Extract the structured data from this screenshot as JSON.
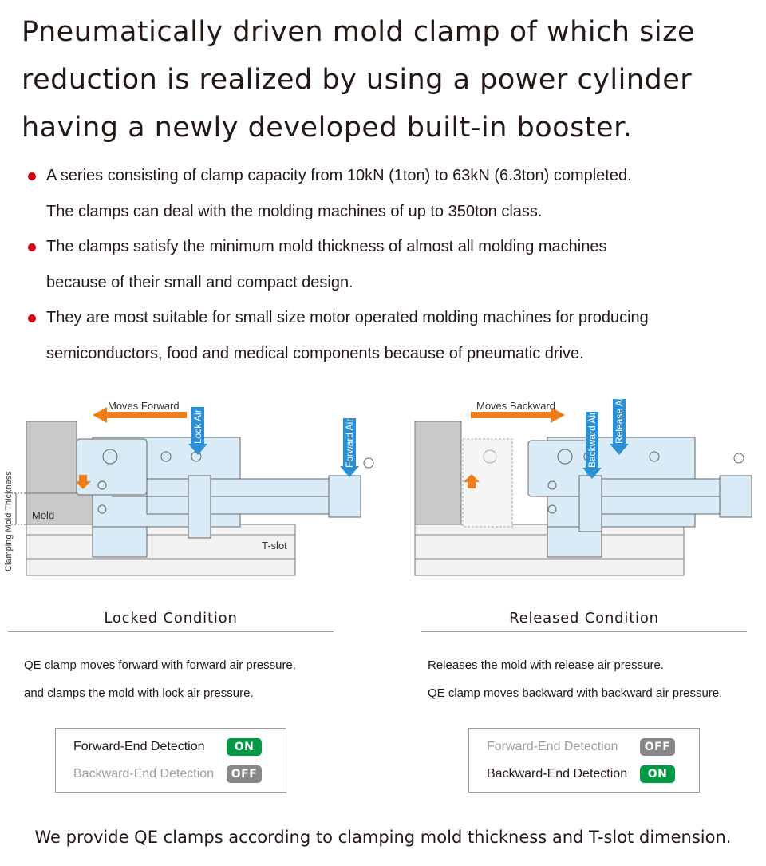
{
  "headline": {
    "lines": [
      "Pneumatically driven mold clamp of which size",
      "reduction is realized by using a power cylinder",
      "having a newly developed built-in booster."
    ]
  },
  "bullets": [
    {
      "lines": [
        "A series consisting of clamp capacity from 10kN (1ton) to 63kN (6.3ton) completed.",
        "The clamps can deal with the molding machines of up to 350ton class."
      ]
    },
    {
      "lines": [
        "The clamps satisfy the minimum mold thickness of almost all molding machines",
        "because of their small and compact design."
      ]
    },
    {
      "lines": [
        "They are most suitable for small size motor operated molding machines for producing",
        "semiconductors, food and medical components because of pneumatic drive."
      ]
    }
  ],
  "colors": {
    "bullet": "#d7000f",
    "arrow_orange": "#ee7d1a",
    "arrow_blue": "#2a8fd5",
    "clamp_fill": "#d9ebf6",
    "on_badge": "#009a44",
    "off_badge": "#888888",
    "muted_text": "#9d9d9d"
  },
  "locked": {
    "diagram": {
      "arrow_label": "Moves Forward",
      "lock_air": "Lock Air",
      "forward_air": "Forward Air",
      "mold_label": "Mold",
      "tslot_label": "T-slot",
      "thickness_label": "Clamping Mold Thickness"
    },
    "title": "Locked Condition",
    "description": [
      "QE clamp moves forward with forward air pressure,",
      "and clamps the mold with lock air pressure."
    ],
    "detection": [
      {
        "label": "Forward-End Detection",
        "state": "ON"
      },
      {
        "label": "Backward-End Detection",
        "state": "OFF"
      }
    ]
  },
  "released": {
    "diagram": {
      "arrow_label": "Moves Backward",
      "backward_air": "Backward Air",
      "release_air": "Release Air"
    },
    "title": "Released Condition",
    "description": [
      "Releases the mold with release air pressure.",
      "QE clamp moves backward with backward air pressure."
    ],
    "detection": [
      {
        "label": "Forward-End Detection",
        "state": "OFF"
      },
      {
        "label": "Backward-End Detection",
        "state": "ON"
      }
    ]
  },
  "footer": "We provide QE clamps according to clamping mold thickness and T-slot dimension."
}
